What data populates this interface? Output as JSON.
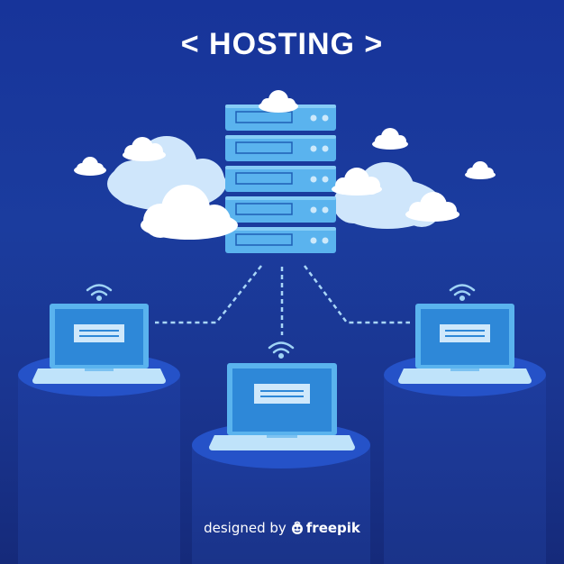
{
  "title": {
    "open_bracket": "<",
    "text": "HOSTING",
    "close_bracket": ">"
  },
  "credit": {
    "prefix": "designed by",
    "brand": "freepik",
    "icon": "freepik-logo-icon"
  },
  "colors": {
    "background_top": "#17349a",
    "background_bottom": "#152a7a",
    "cloud": "#ffffff",
    "cloud_back": "#cfe6fb",
    "server": "#5ab3ee",
    "screen": "#2e88d8",
    "connector": "#a9d6f7"
  },
  "icons": [
    "server-rack-icon",
    "cloud-icon",
    "laptop-icon",
    "wifi-icon"
  ]
}
